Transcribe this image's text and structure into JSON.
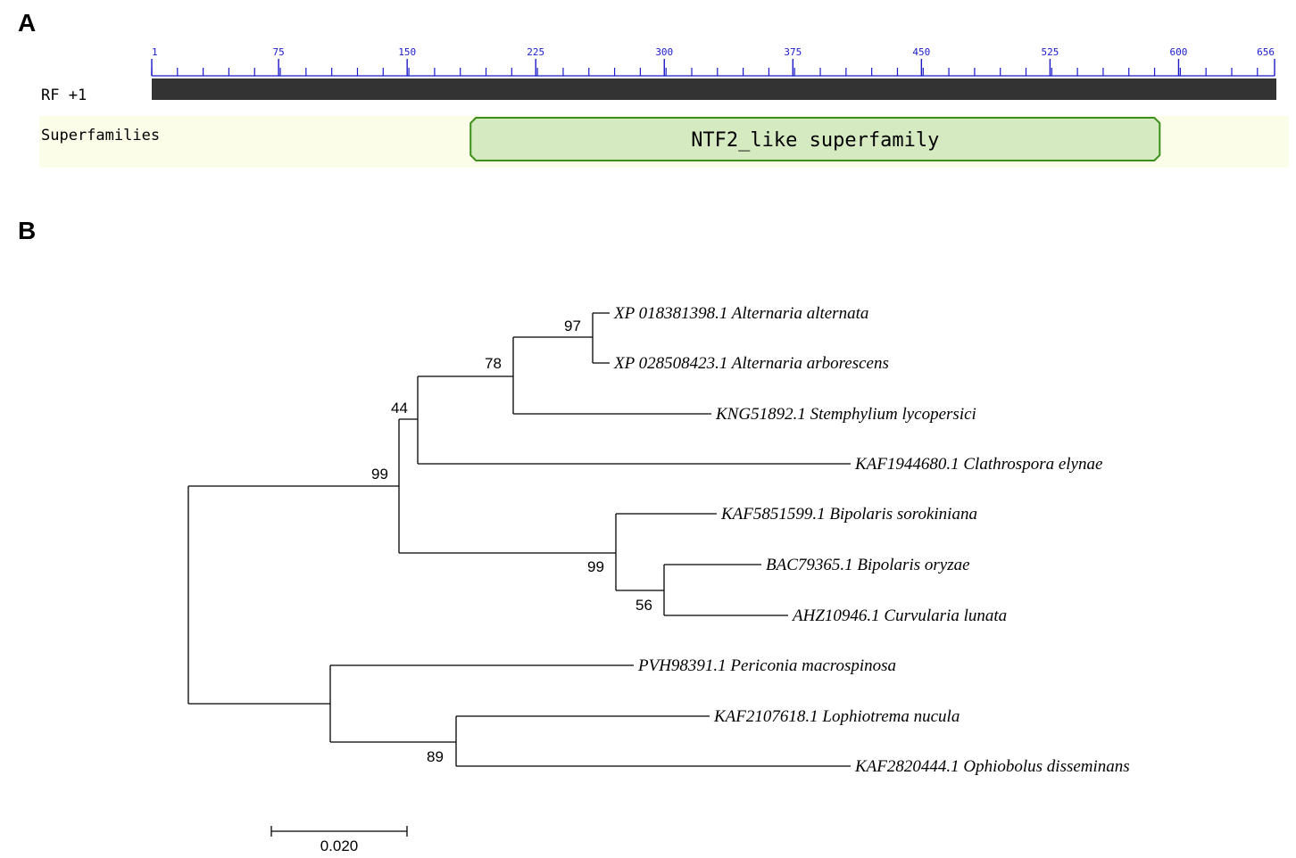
{
  "panel_a": {
    "letter": "A",
    "ruler": {
      "min": 1,
      "max": 656,
      "labels": [
        "1",
        "75",
        "150",
        "225",
        "300",
        "375",
        "450",
        "525",
        "600",
        "656"
      ]
    },
    "track_label": "RF +1",
    "superfamily_label": "Superfamilies",
    "domain": {
      "name": "NTF2_like superfamily",
      "start": 187,
      "end": 589
    },
    "colors": {
      "ruler": "#1a1acc",
      "sequence_bar": "#333333",
      "domain_fill": "#d5eac0",
      "domain_border": "#3a8f1a",
      "band": "#fcfde8"
    }
  },
  "panel_b": {
    "letter": "B",
    "taxa": [
      "XP 018381398.1 Alternaria alternata",
      "XP 028508423.1 Alternaria arborescens",
      "KNG51892.1 Stemphylium lycopersici",
      "KAF1944680.1 Clathrospora elynae",
      "KAF5851599.1 Bipolaris sorokiniana",
      "BAC79365.1 Bipolaris oryzae",
      "AHZ10946.1 Curvularia lunata",
      "PVH98391.1 Periconia macrospinosa",
      "KAF2107618.1 Lophiotrema nucula",
      "KAF2820444.1 Ophiobolus disseminans"
    ],
    "bootstrap": [
      "97",
      "78",
      "44",
      "99",
      "99",
      "56",
      "89"
    ],
    "scale_label": "0.020"
  }
}
